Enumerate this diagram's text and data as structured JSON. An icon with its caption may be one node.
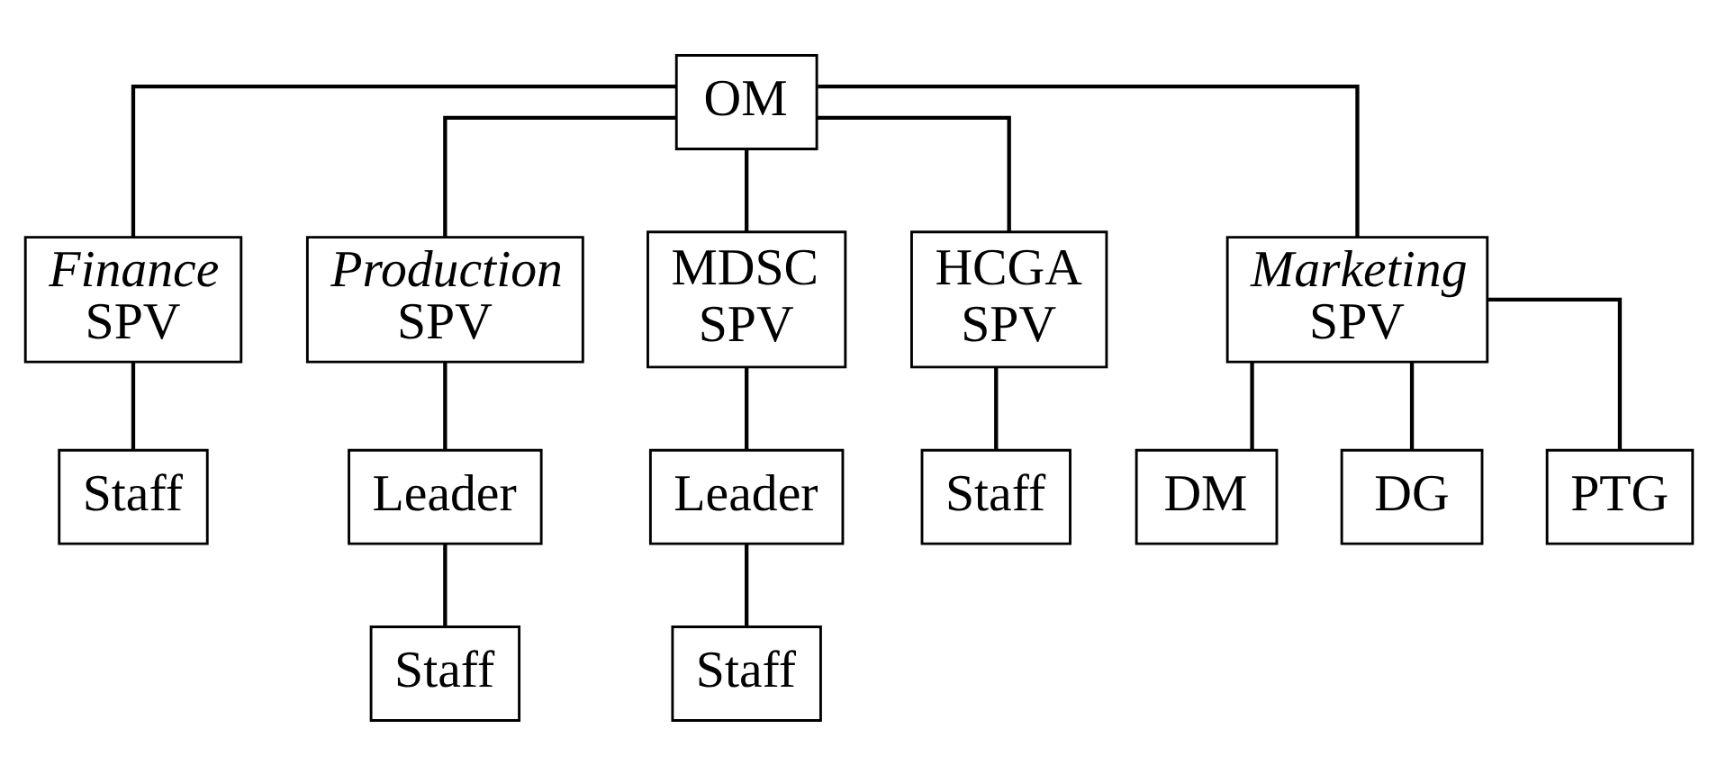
{
  "diagram": {
    "nodes": [
      {
        "text": [
          "OM"
        ]
      },
      {
        "text": [
          "*Finance*",
          "SPV"
        ]
      },
      {
        "text": [
          "*Production*",
          "SPV"
        ]
      },
      {
        "text": [
          "MDSC",
          "SPV"
        ]
      },
      {
        "text": [
          "HCGA",
          "SPV"
        ]
      },
      {
        "text": [
          "*Marketing*",
          "SPV"
        ]
      },
      {
        "text": [
          "Staff"
        ]
      },
      {
        "text": [
          "Leader"
        ]
      },
      {
        "text": [
          "Staff"
        ]
      },
      {
        "text": [
          "Leader"
        ]
      },
      {
        "text": [
          "Staff"
        ]
      },
      {
        "text": [
          "Staff"
        ]
      },
      {
        "text": [
          "DM"
        ]
      },
      {
        "text": [
          "DG"
        ]
      },
      {
        "text": [
          "PTG"
        ]
      }
    ],
    "edges": [
      {
        "from": 0,
        "to": 1,
        "arrow": "none"
      },
      {
        "from": 0,
        "to": 2,
        "arrow": "none"
      },
      {
        "from": 0,
        "to": 3,
        "arrow": "none"
      },
      {
        "from": 0,
        "to": 4,
        "arrow": "none"
      },
      {
        "from": 0,
        "to": 5,
        "arrow": "none"
      },
      {
        "from": 1,
        "to": 6,
        "arrow": "none"
      },
      {
        "from": 2,
        "to": 7,
        "arrow": "none"
      },
      {
        "from": 7,
        "to": 8,
        "arrow": "none"
      },
      {
        "from": 3,
        "to": 9,
        "arrow": "none"
      },
      {
        "from": 9,
        "to": 10,
        "arrow": "none"
      },
      {
        "from": 4,
        "to": 11,
        "arrow": "none"
      },
      {
        "from": 5,
        "to": 12,
        "arrow": "none"
      },
      {
        "from": 5,
        "to": 13,
        "arrow": "none"
      },
      {
        "from": 5,
        "to": 14,
        "arrow": "none"
      }
    ]
  }
}
